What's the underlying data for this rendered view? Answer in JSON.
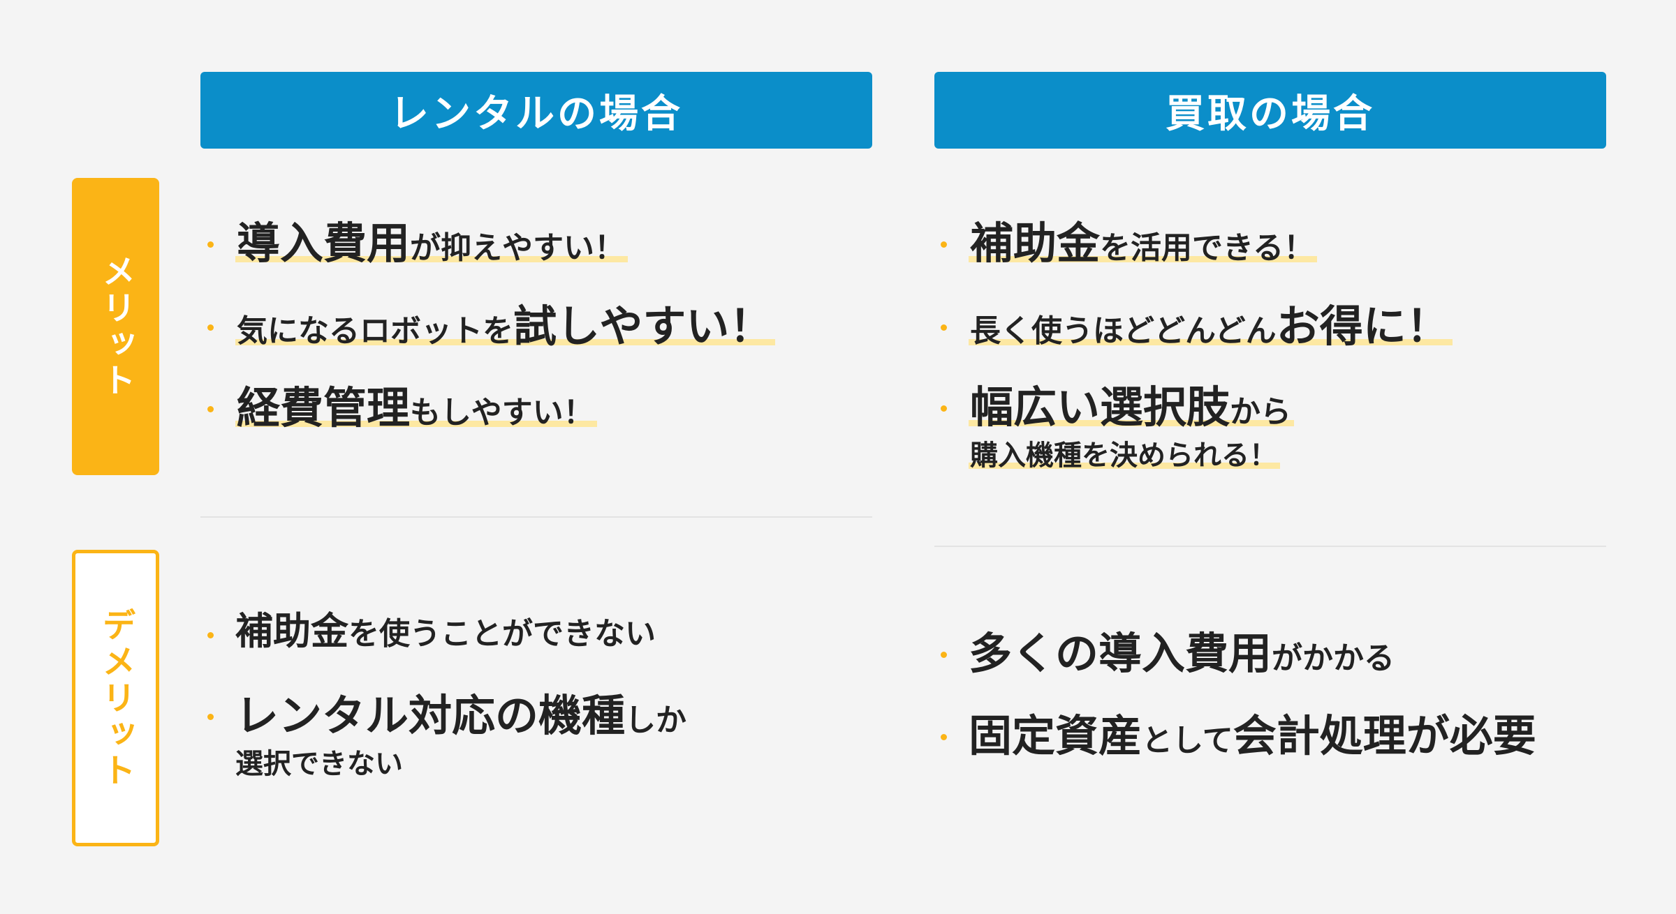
{
  "headers": {
    "rental": "レンタルの場合",
    "purchase": "買取の場合"
  },
  "row_labels": {
    "merit": "メリット",
    "demerit": "デメリット"
  },
  "rental_merits": [
    {
      "strong": "導入費用",
      "rest": "が抑えやすい！"
    },
    {
      "lead": "気になるロボットを",
      "strong": "試しやすい！"
    },
    {
      "strong": "経費管理",
      "rest": "もしやすい！"
    }
  ],
  "purchase_merits": [
    {
      "strong": "補助金",
      "rest": "を活用できる！"
    },
    {
      "lead": "長く使うほどどんどん",
      "strong": "お得に！"
    },
    {
      "strong": "幅広い選択肢",
      "rest": "から",
      "line2": "購入機種を決められる！"
    }
  ],
  "rental_demerits": [
    {
      "strong": "補助金",
      "rest": "を使うことができない"
    },
    {
      "strong": "レンタル対応の機種",
      "rest": "しか",
      "line2": "選択できない"
    }
  ],
  "purchase_demerits": [
    {
      "strong": "多くの導入費用",
      "rest": "がかかる"
    },
    {
      "strong": "固定資産",
      "mid": "として",
      "strong2": "会計処理が必要"
    }
  ],
  "colors": {
    "header_blue": "#0b8ec9",
    "accent_yellow": "#fbb416",
    "highlight_yellow": "#fde8a2",
    "background": "#f4f4f4"
  }
}
